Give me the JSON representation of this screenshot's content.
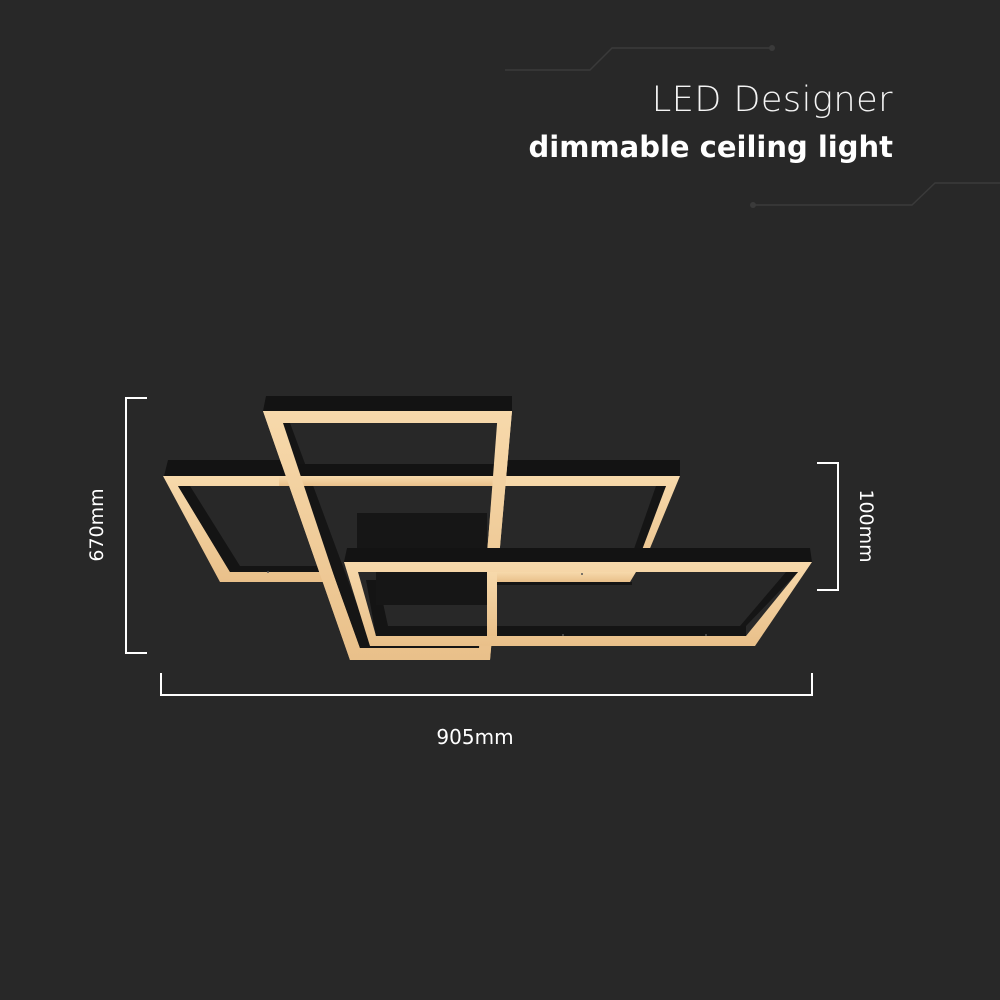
{
  "header": {
    "title": "LED Designer",
    "subtitle": "dimmable ceiling light"
  },
  "dimensions": {
    "height": "670mm",
    "depth": "100mm",
    "width": "905mm"
  },
  "colors": {
    "background": "#282828",
    "led_glow": "#f3cf9c",
    "frame": "#141414",
    "text": "#ffffff",
    "deco_line": "#3c3c3c"
  }
}
